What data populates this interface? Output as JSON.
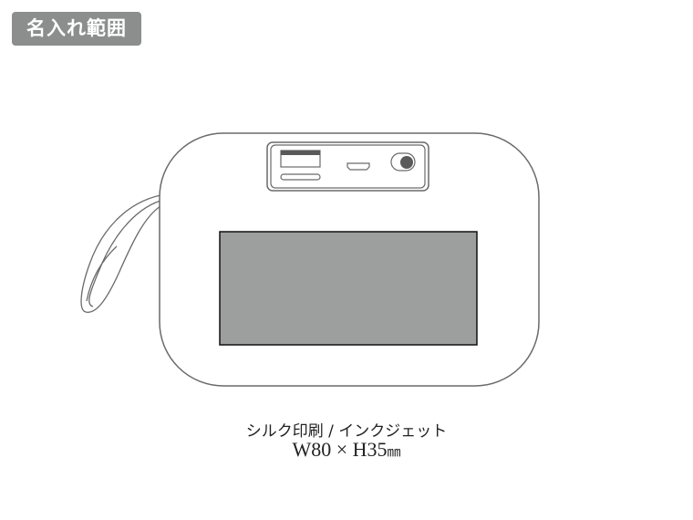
{
  "badge": {
    "label": "名入れ範囲"
  },
  "product": {
    "type": "speaker-outline",
    "print_area_color": "#9d9f9e",
    "outline_color": "#6a6a6a"
  },
  "caption": {
    "method": "シルク印刷 / インクジェット",
    "size_prefix": "W80 × H35",
    "size_unit": "㎜"
  }
}
